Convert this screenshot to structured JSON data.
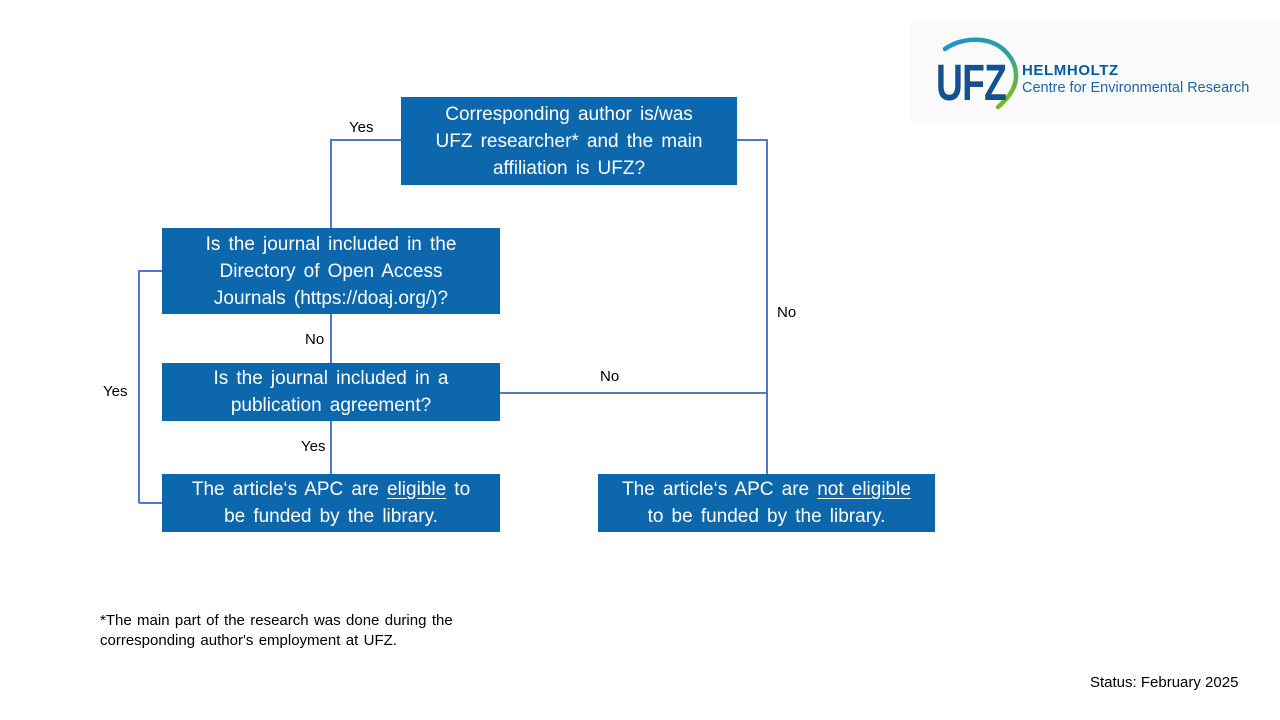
{
  "slide": {
    "logo": {
      "wordmark": "UFZ",
      "org_name": "HELMHOLTZ",
      "org_subtitle": "Centre for Environmental Research"
    },
    "colors": {
      "box_bg": "#0d67ac",
      "box_text": "#ffffff",
      "connector": "#4d79c5",
      "label_text": "#000000",
      "logo_panel_bg": "#fafafa",
      "logo_blue": "#15508f",
      "helmholtz_blue": "#005ca9",
      "subtitle_blue": "#2165a5",
      "arc_blue": "#1d94cf",
      "arc_teal": "#2aa39b",
      "arc_green": "#76b82a"
    },
    "flowchart": {
      "question_author": {
        "lines": [
          "Corresponding author is/was",
          "UFZ researcher* and the main",
          "affiliation is UFZ?"
        ]
      },
      "question_doaj": {
        "lines": [
          "Is the journal included in the",
          "Directory of Open Access",
          "Journals (https://doaj.org/)?"
        ]
      },
      "question_agreement": {
        "lines": [
          "Is the journal included in a",
          "publication agreement?"
        ]
      },
      "result_eligible": {
        "line1_pre": "The article‘s APC are ",
        "line1_underlined": "eligible",
        "line1_post": " to",
        "line2": "be funded by the library."
      },
      "result_not_eligible": {
        "line1_pre": "The article‘s APC are ",
        "line1_underlined": "not eligible",
        "line1_post": "",
        "line2": "to be funded by the library."
      },
      "labels": {
        "yes_top": "Yes",
        "no_top": "No",
        "no_doaj": "No",
        "yes_agreement": "Yes",
        "yes_left": "Yes",
        "no_agreement": "No"
      }
    },
    "footnote": {
      "lines": [
        "*The main part of the research was done during the",
        "corresponding author's employment at UFZ."
      ]
    },
    "status": "Status: February 2025"
  }
}
